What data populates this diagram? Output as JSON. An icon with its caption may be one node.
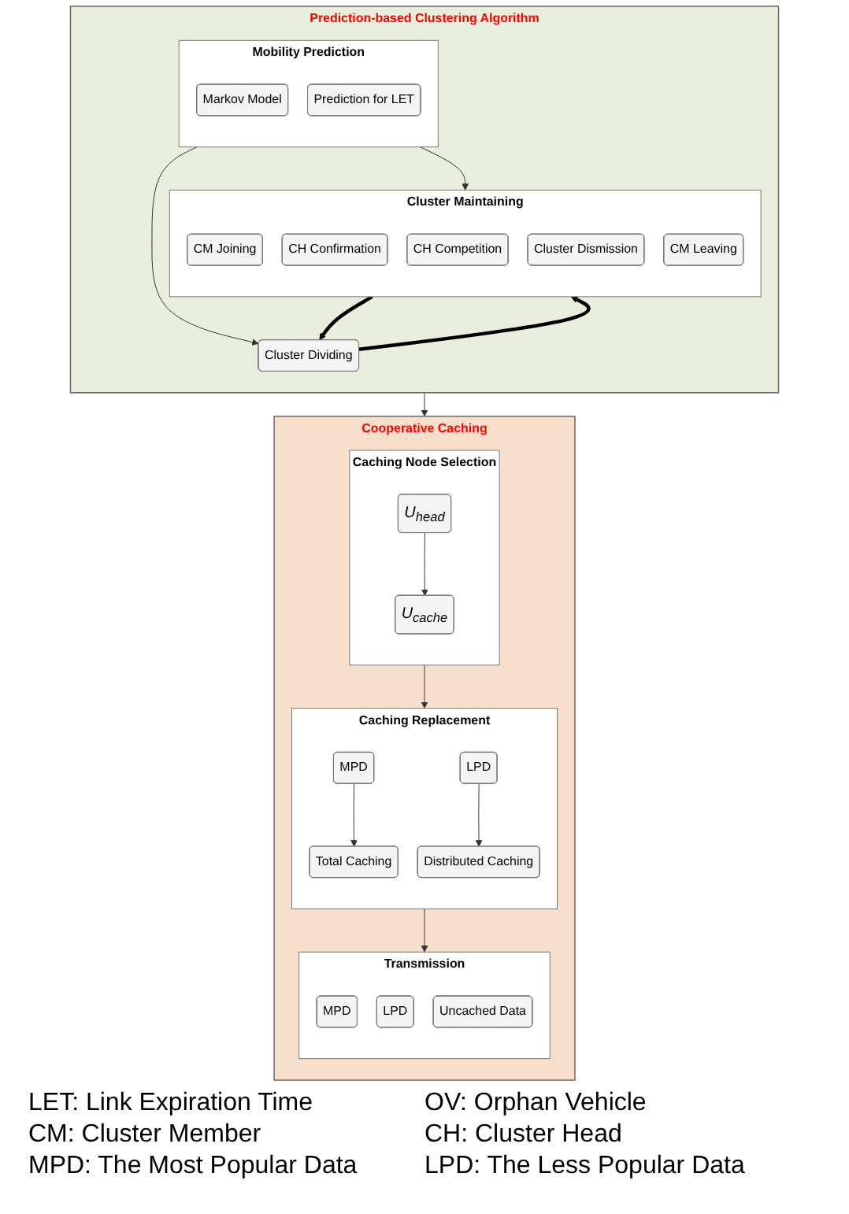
{
  "diagram": {
    "nodes": [
      {
        "text": [
          "Prediction-based Clustering Algorithm"
        ]
      },
      {
        "text": [
          "Cluster Dividing"
        ],
        "in": 0
      },
      {
        "text": [
          "Mobility Prediction"
        ],
        "in": 0
      },
      {
        "text": [
          "Markov Model"
        ],
        "in": 2
      },
      {
        "text": [
          "Prediction for LET"
        ],
        "in": 2
      },
      {
        "text": [
          "Cluster Maintaining"
        ],
        "in": 0
      },
      {
        "text": [
          "CM Joining"
        ],
        "in": 5
      },
      {
        "text": [
          "CH Confirmation"
        ],
        "in": 5
      },
      {
        "text": [
          "CH Competition"
        ],
        "in": 5
      },
      {
        "text": [
          "Cluster Dismission"
        ],
        "in": 5
      },
      {
        "text": [
          "CM Leaving"
        ],
        "in": 5
      },
      {
        "text": [
          "Cooperative Caching"
        ]
      },
      {
        "text": [
          "Caching Node Selection"
        ],
        "in": 11
      },
      {
        "text": [
          "U$_{head}$"
        ],
        "in": 12
      },
      {
        "text": [
          "U$_{cache}$"
        ],
        "in": 12
      },
      {
        "text": [
          "Caching Replacement"
        ],
        "in": 11
      },
      {
        "text": [
          "MPD"
        ],
        "in": 15
      },
      {
        "text": [
          "Total Caching"
        ],
        "in": 15
      },
      {
        "text": [
          "LPD"
        ],
        "in": 15
      },
      {
        "text": [
          "Distributed Caching"
        ],
        "in": 15
      },
      {
        "text": [
          "Transmission"
        ],
        "in": 11
      },
      {
        "text": [
          "MPD"
        ],
        "in": 20
      },
      {
        "text": [
          "LPD"
        ],
        "in": 20
      },
      {
        "text": [
          "Uncached Data"
        ],
        "in": 20
      }
    ],
    "edges": [
      {
        "from": 2,
        "to": 1,
        "arrow": "to"
      },
      {
        "from": 2,
        "to": 5,
        "arrow": "to"
      },
      {
        "from": 1,
        "to": 5,
        "arrow": "to",
        "style": "thick",
        "color": "#000000"
      },
      {
        "from": 5,
        "to": 1,
        "arrow": "to",
        "style": "thick",
        "color": "#000000"
      },
      {
        "from": 0,
        "to": 11,
        "arrow": "to"
      },
      {
        "from": 12,
        "to": 15,
        "arrow": "to"
      },
      {
        "from": 15,
        "to": 20,
        "arrow": "to"
      },
      {
        "from": 13,
        "to": 14,
        "arrow": "to"
      },
      {
        "from": 16,
        "to": 17,
        "arrow": "to"
      },
      {
        "from": 18,
        "to": 19,
        "arrow": "to"
      }
    ],
    "labels": [
      "LET: Link Expiration Time",
      "OV: Orphan Vehicle",
      "CM: Cluster Member",
      "CH: Cluster Head",
      "MPD: The Most Popular Data",
      "LPD: The Less Popular Data"
    ]
  }
}
